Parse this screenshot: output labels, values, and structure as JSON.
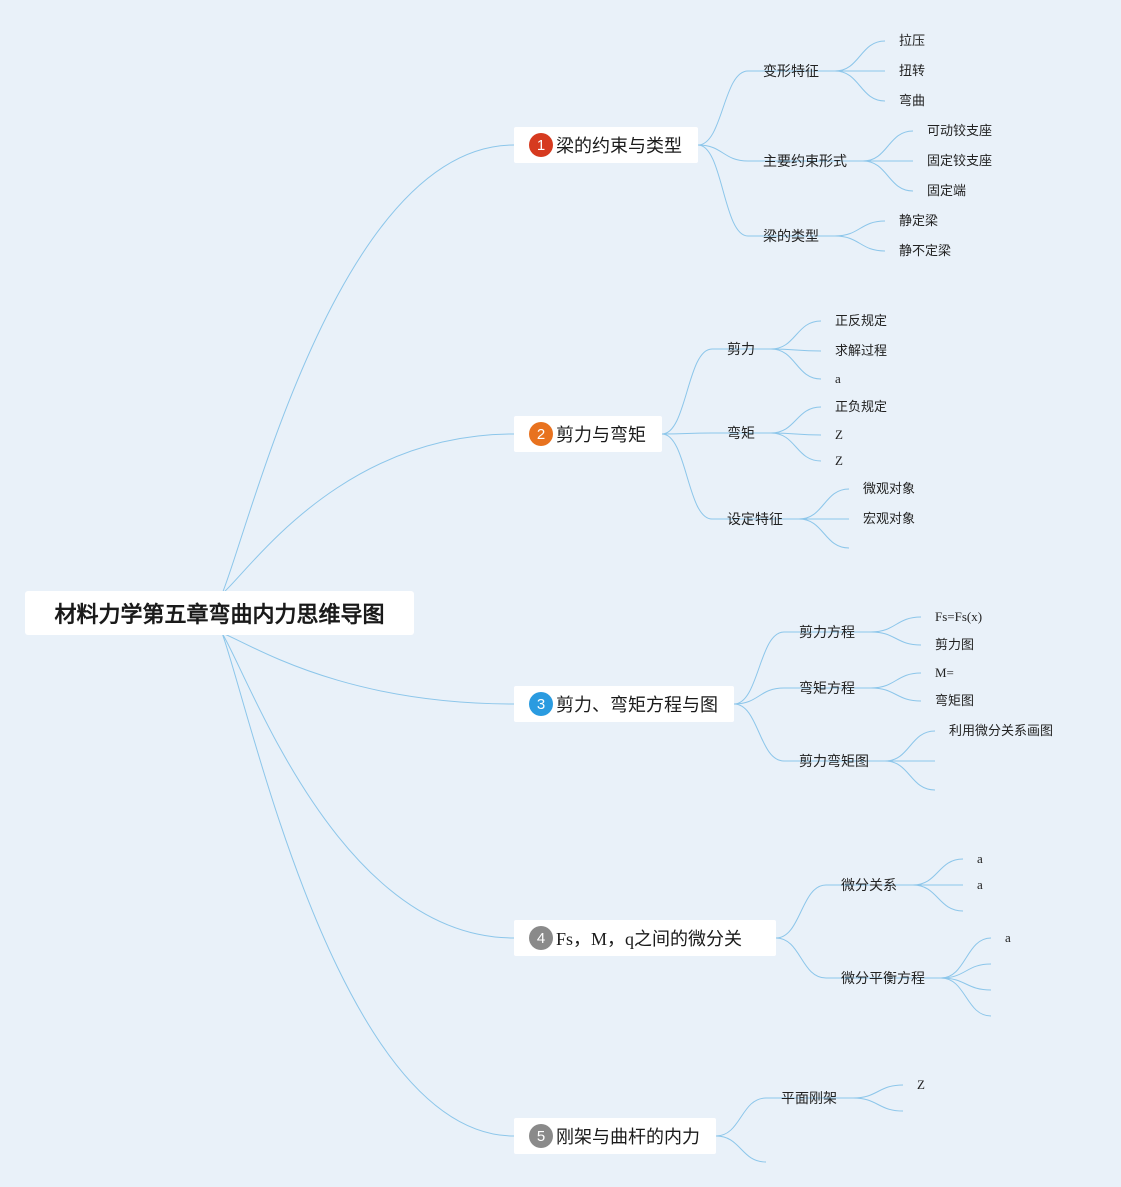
{
  "root": {
    "title": "材料力学第五章弯曲内力思维导图"
  },
  "colors": {
    "line": "#8cc6ea",
    "badge1": "#d63a1f",
    "badge2": "#e8721f",
    "badge3": "#2a9be0",
    "badge4": "#8a8a8a",
    "badge5": "#8a8a8a"
  },
  "branches": [
    {
      "number": "1",
      "label": "梁的约束与类型",
      "children": [
        {
          "label": "变形特征",
          "leaves": [
            "拉压",
            "扭转",
            "弯曲"
          ]
        },
        {
          "label": "主要约束形式",
          "leaves": [
            "可动铰支座",
            "固定铰支座",
            "固定端"
          ]
        },
        {
          "label": "梁的类型",
          "leaves": [
            "静定梁",
            "静不定梁"
          ]
        }
      ]
    },
    {
      "number": "2",
      "label": "剪力与弯矩",
      "children": [
        {
          "label": "剪力",
          "leaves": [
            "正反规定",
            "求解过程",
            "a"
          ]
        },
        {
          "label": "弯矩",
          "leaves": [
            "正负规定",
            "Z",
            "Z"
          ]
        },
        {
          "label": "设定特征",
          "leaves": [
            "微观对象",
            "宏观对象",
            ""
          ]
        }
      ]
    },
    {
      "number": "3",
      "label": "剪力、弯矩方程与图",
      "children": [
        {
          "label": "剪力方程",
          "leaves": [
            "Fs=Fs(x)",
            "剪力图"
          ]
        },
        {
          "label": "弯矩方程",
          "leaves": [
            "M=",
            "弯矩图"
          ]
        },
        {
          "label": "剪力弯矩图",
          "leaves": [
            "利用微分关系画图",
            "",
            ""
          ]
        }
      ]
    },
    {
      "number": "4",
      "label": "Fs，M，q之间的微分关",
      "children": [
        {
          "label": "微分关系",
          "leaves": [
            "a",
            "a",
            ""
          ]
        },
        {
          "label": "微分平衡方程",
          "leaves": [
            "a",
            "",
            "",
            ""
          ]
        }
      ]
    },
    {
      "number": "5",
      "label": "刚架与曲杆的内力",
      "children": [
        {
          "label": "平面刚架",
          "leaves": [
            "Z",
            ""
          ]
        }
      ]
    }
  ]
}
